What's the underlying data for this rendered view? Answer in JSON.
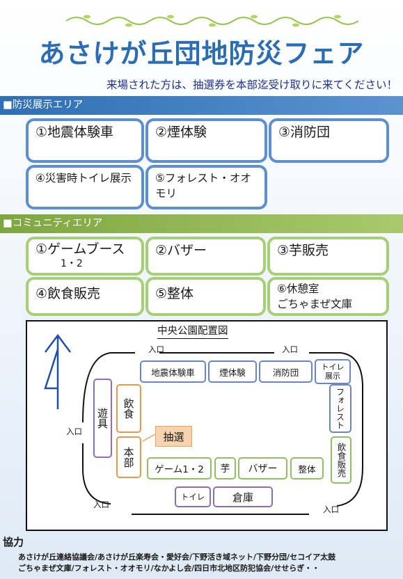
{
  "header": {
    "title": "あさけが丘団地防災フェア",
    "subtitle": "来場された方は、抽選券を本部迄受け取りに来てください！"
  },
  "disaster_area": {
    "heading": "■防災展示エリア",
    "items": [
      "①地震体験車",
      "②煙体験",
      "③消防団",
      "④災害時トイレ展示",
      "⑤フォレスト・オオモリ"
    ]
  },
  "community_area": {
    "heading": "■コミュニティエリア",
    "items": [
      "①ゲームブース",
      "②バザー",
      "③芋販売",
      "④飲食販売",
      "⑤整体",
      "⑥休憩室"
    ],
    "game_sub": "1・2",
    "rest_sub": "ごちゃまぜ文庫"
  },
  "map": {
    "title": "中央公園配置図",
    "entrance": "入口",
    "top_row": [
      "地震体験車",
      "煙体験",
      "消防団",
      "トイレ展示"
    ],
    "left_col": [
      "遊具",
      "飲食",
      "本部"
    ],
    "lottery": "抽選",
    "right_col": [
      "フォレスト",
      "飲食販売"
    ],
    "bottom_row": [
      "ゲーム1・2",
      "芋",
      "バザー",
      "整体"
    ],
    "bottom": [
      "トイレ",
      "倉庫"
    ]
  },
  "cooperation": {
    "heading": "協力",
    "line1": "あさけが丘連絡協議会/あさけが丘楽寿会・愛好会/下野活き域ネット/下野分団/セコイア太鼓",
    "line2": "ごちゃまぜ文庫/フォレスト・オオモリ/なかよし会/四日市北地区防犯協会/せせらぎ・・"
  },
  "colors": {
    "title": "#2b6cb3",
    "blue_bar": "#2f6fb5",
    "green_bar": "#7ea640",
    "box_blue_border": "#5c8fd2",
    "box_green_border": "#a7cf78"
  }
}
